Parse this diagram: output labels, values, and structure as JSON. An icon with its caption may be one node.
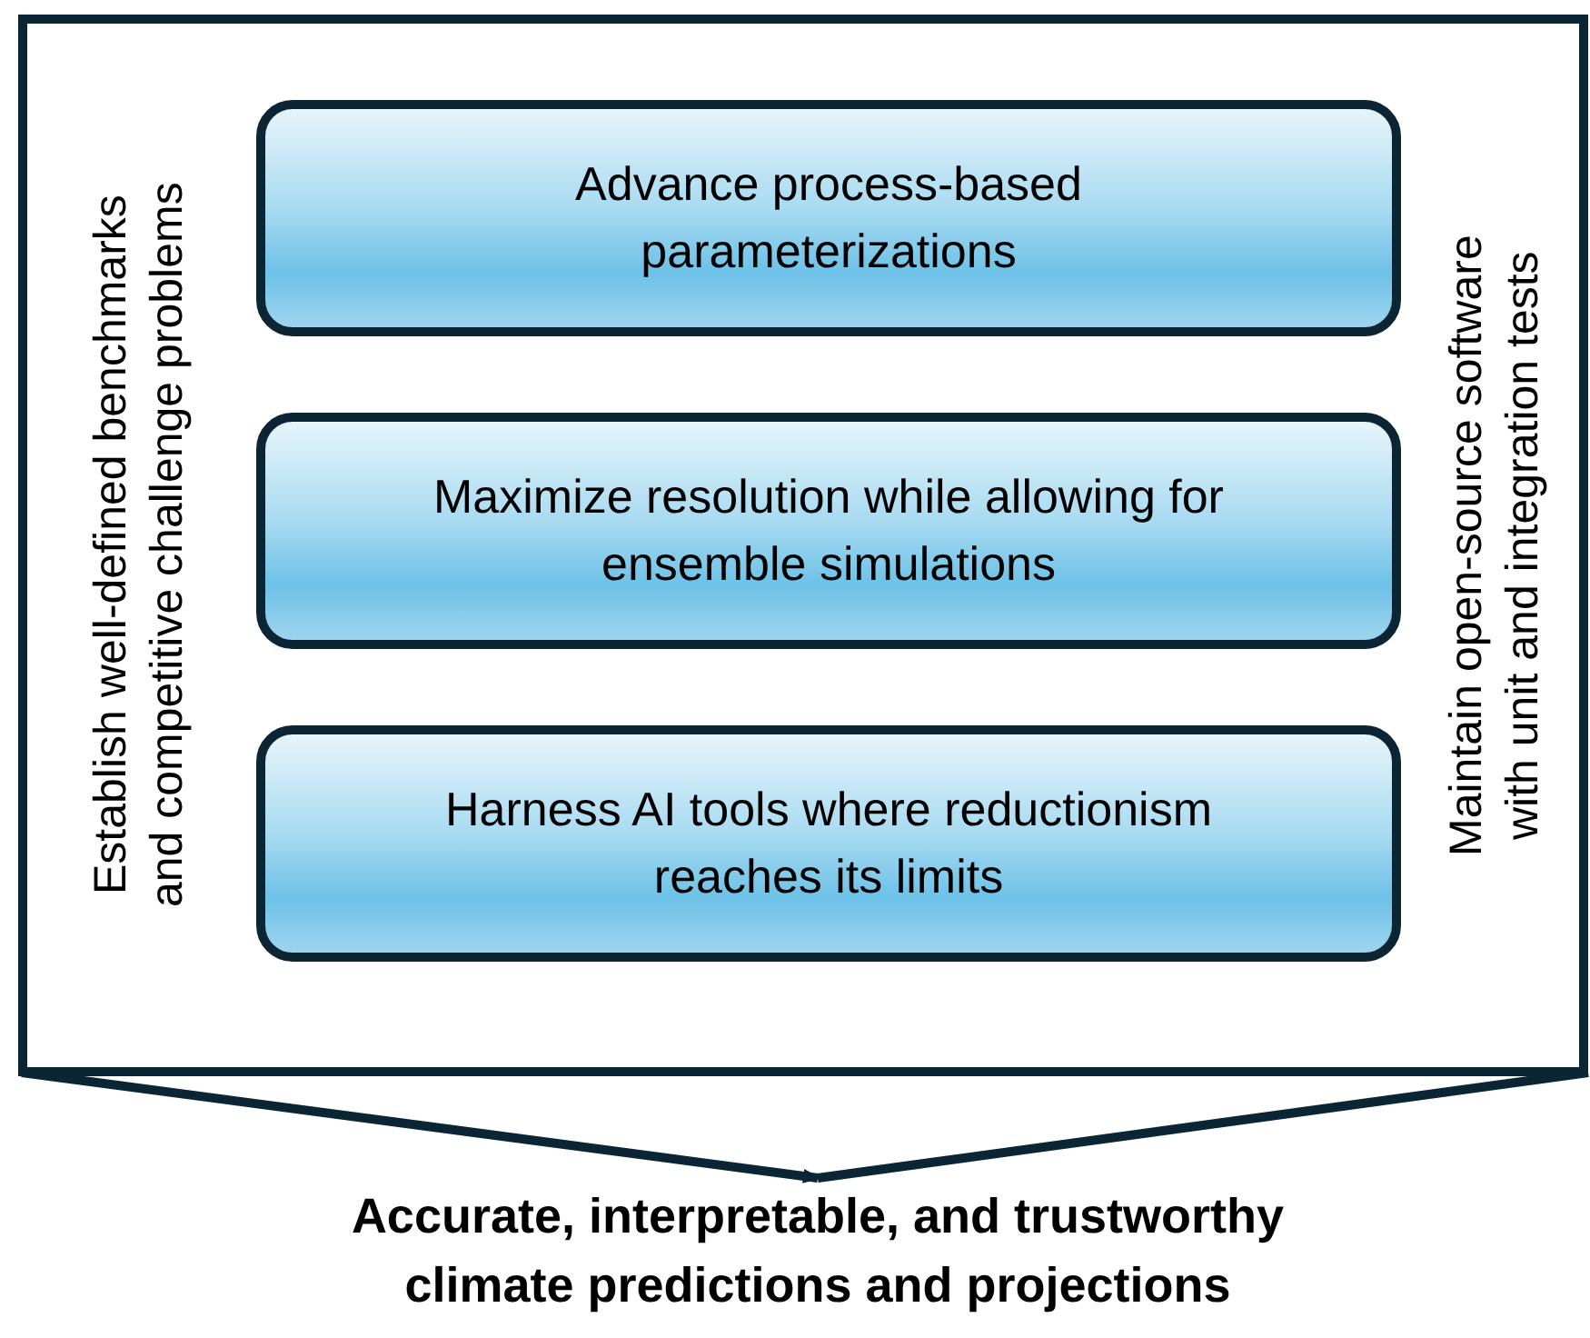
{
  "diagram": {
    "nodes": [
      {
        "text": [
          "Establish well-defined benchmarks and competitive challenge problems",
          "Maintain open-source software with unit and integration tests"
        ]
      },
      {
        "text": [
          "Advance process-based parameterizations"
        ],
        "in": 0
      },
      {
        "text": [
          "Maximize resolution while allowing for ensemble simulations"
        ],
        "in": 0
      },
      {
        "text": [
          "Harness AI tools where reductionism reaches its limits"
        ],
        "in": 0
      },
      {
        "text": [
          "Accurate, interpretable, and trustworthy climate predictions and projections"
        ]
      }
    ],
    "edges": [
      {
        "from": 0,
        "to": 4,
        "arrow": "to"
      }
    ]
  }
}
